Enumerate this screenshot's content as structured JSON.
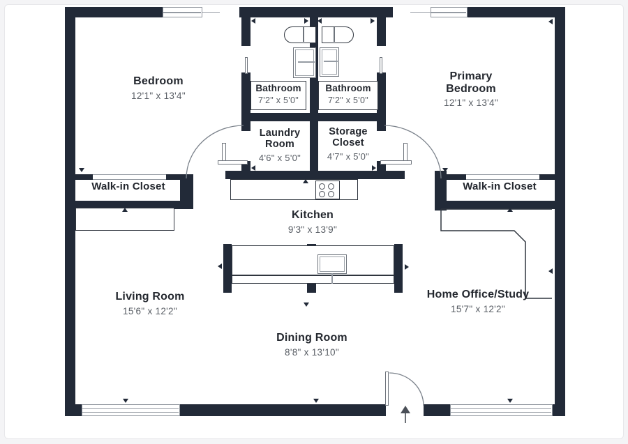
{
  "palette": {
    "wall": "#222a38",
    "outline": "#2f353e",
    "room_name": "#23272e",
    "dimensions_text": "#585d64",
    "window_line": "#959ba3",
    "door_arc": "#7b828b",
    "page_background": "#f4f4f6",
    "floor": "#ffffff"
  },
  "rooms": [
    {
      "id": "bedroom",
      "name": "Bedroom",
      "dims": "12'1\" x 13'4\""
    },
    {
      "id": "bathroom-left",
      "name": "Bathroom",
      "dims": "7'2\" x 5'0\""
    },
    {
      "id": "bathroom-right",
      "name": "Bathroom",
      "dims": "7'2\" x 5'0\""
    },
    {
      "id": "primary-bedroom",
      "name": "Primary Bedroom",
      "dims": "12'1\" x 13'4\""
    },
    {
      "id": "laundry-room",
      "name": "Laundry Room",
      "dims": "4'6\" x 5'0\""
    },
    {
      "id": "storage-closet",
      "name": "Storage Closet",
      "dims": "4'7\" x 5'0\""
    },
    {
      "id": "walk-in-closet-left",
      "name": "Walk-in Closet",
      "dims": ""
    },
    {
      "id": "walk-in-closet-right",
      "name": "Walk-in Closet",
      "dims": ""
    },
    {
      "id": "kitchen",
      "name": "Kitchen",
      "dims": "9'3\" x 13'9\""
    },
    {
      "id": "living-room",
      "name": "Living Room",
      "dims": "15'6\" x 12'2\""
    },
    {
      "id": "dining-room",
      "name": "Dining Room",
      "dims": "8'8\" x 13'10\""
    },
    {
      "id": "home-office-study",
      "name": "Home Office/Study",
      "dims": "15'7\" x 12'2\""
    }
  ],
  "fixtures": [
    "bathtub",
    "bathtub",
    "sink-vanity",
    "sink-vanity",
    "stove",
    "kitchen-sink",
    "entry-arrow"
  ]
}
